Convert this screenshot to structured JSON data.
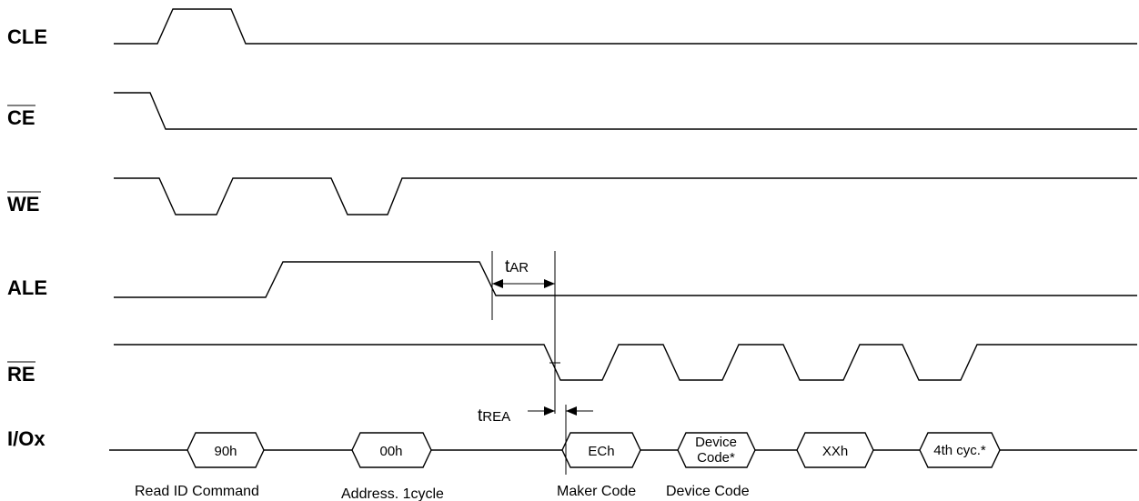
{
  "signals": [
    {
      "name": "CLE",
      "overbar": false
    },
    {
      "name": "CE",
      "overbar": true
    },
    {
      "name": "WE",
      "overbar": true
    },
    {
      "name": "ALE",
      "overbar": false
    },
    {
      "name": "RE",
      "overbar": true
    },
    {
      "name": "I/Ox",
      "overbar": false
    }
  ],
  "bus_values": {
    "cmd": "90h",
    "addr": "00h",
    "maker": "ECh",
    "device_line1": "Device",
    "device_line2": "Code*",
    "xx": "XXh",
    "cyc4": "4th cyc.*"
  },
  "captions": {
    "read_id": "Read ID Command",
    "address": "Address. 1cycle",
    "maker": "Maker Code",
    "device": "Device Code"
  },
  "timing": {
    "tar_t": "t",
    "tar_sub": "AR",
    "trea_t": "t",
    "trea_sub": "REA"
  }
}
